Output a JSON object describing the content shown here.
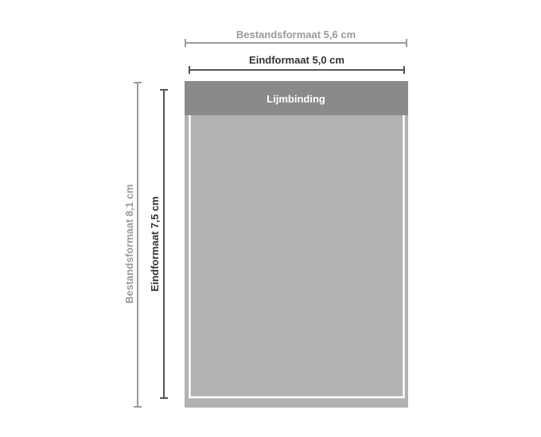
{
  "dimensions": {
    "file_width_label": "Bestandsformaat 5,6 cm",
    "final_width_label": "Eindformaat 5,0 cm",
    "file_height_label": "Bestandsformaat 8,1 cm",
    "final_height_label": "Eindformaat 7,5 cm"
  },
  "binding": {
    "label": "Lijmbinding"
  },
  "colors": {
    "file_line": "#9a9a9a",
    "final_line": "#555555",
    "header": "#8a8a8a",
    "body": "#b2b2b2",
    "trim_line": "#ffffff"
  }
}
